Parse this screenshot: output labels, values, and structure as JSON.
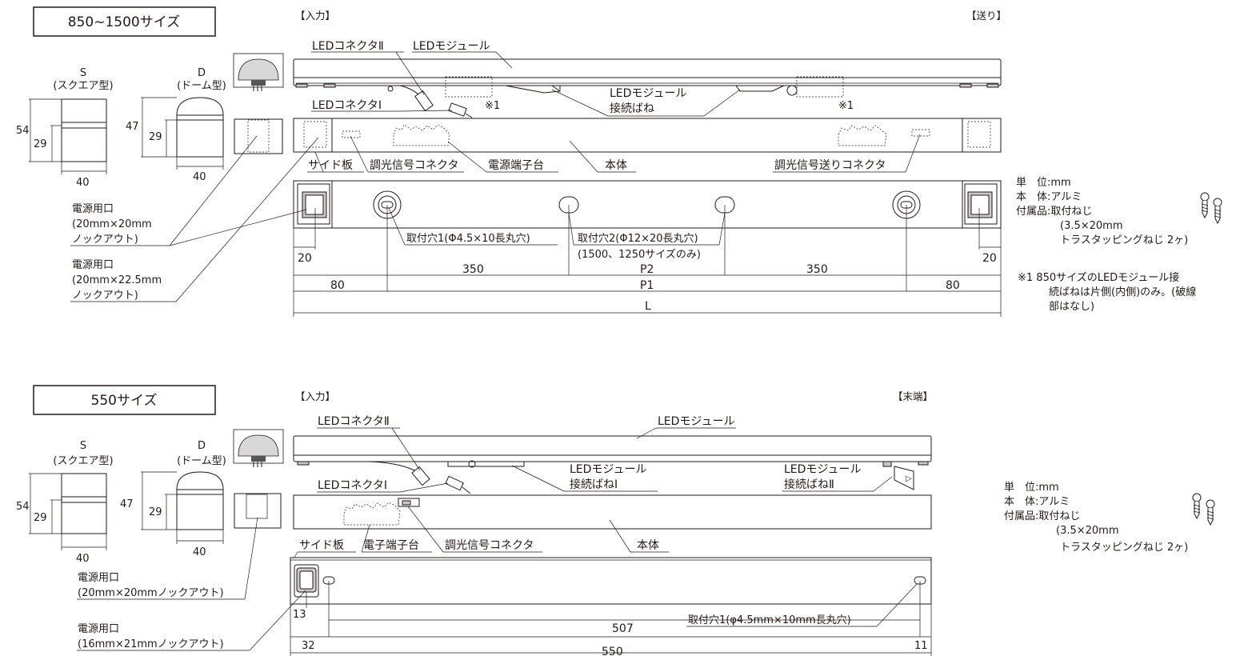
{
  "top": {
    "size_title": "850~1500サイズ",
    "input_label": "【入力】",
    "output_label": "【送り】",
    "s_label": "S",
    "s_sub": "(スクエア型)",
    "d_label": "D",
    "d_sub": "(ドーム型)",
    "dim_54": "54",
    "dim_47": "47",
    "dim_29a": "29",
    "dim_29b": "29",
    "dim_40a": "40",
    "dim_40b": "40",
    "led_connector2": "LEDコネクタⅡ",
    "led_module": "LEDモジュール",
    "led_connector1": "LEDコネクタⅠ",
    "spring_line1": "LEDモジュール",
    "spring_line2": "接続ばね",
    "note_mark_a": "※1",
    "note_mark_b": "※1",
    "side_plate": "サイド板",
    "dimming_connector": "調光信号コネクタ",
    "power_terminal": "電源端子台",
    "body": "本体",
    "dimming_send_connector": "調光信号送りコネクタ",
    "power_port_a": [
      "電源用口",
      "(20mm×20mm",
      "ノックアウト)"
    ],
    "power_port_b": [
      "電源用口",
      "(20mm×22.5mm",
      "ノックアウト)"
    ],
    "mount_hole1": "取付穴1(Φ4.5×10長丸穴)",
    "mount_hole2": "取付穴2(Φ12×20長丸穴)",
    "mount_hole2_note": "(1500、1250サイズのみ)",
    "dim_20a": "20",
    "dim_20b": "20",
    "dim_350a": "350",
    "dim_350b": "350",
    "dim_p2": "P2",
    "dim_80a": "80",
    "dim_80b": "80",
    "dim_p1": "P1",
    "dim_l": "L",
    "spec_unit": "単　位:mm",
    "spec_body": "本　体:アルミ",
    "spec_acc": "付属品:取付ねじ",
    "spec_acc2": "(3.5×20mm",
    "spec_acc3": "トラスタッピングねじ 2ヶ)",
    "note_1a": "※1  850サイズのLEDモジュール接",
    "note_1b": "続ばねは片側(内側)のみ。(破線",
    "note_1c": "部はなし)"
  },
  "bottom": {
    "size_title": "550サイズ",
    "input_label": "【入力】",
    "end_label": "【末端】",
    "s_label": "S",
    "s_sub": "(スクエア型)",
    "d_label": "D",
    "d_sub": "(ドーム型)",
    "dim_54": "54",
    "dim_47": "47",
    "dim_29a": "29",
    "dim_29b": "29",
    "dim_40a": "40",
    "dim_40b": "40",
    "led_connector2": "LEDコネクタⅡ",
    "led_module": "LEDモジュール",
    "spring1_line1": "LEDモジュール",
    "spring1_line2": "接続ばねⅠ",
    "spring2_line1": "LEDモジュール",
    "spring2_line2": "接続ばねⅡ",
    "led_connector1": "LEDコネクタⅠ",
    "side_plate": "サイド板",
    "electronic_terminal": "電子端子台",
    "dimming_connector": "調光信号コネクタ",
    "body": "本体",
    "power_port_a": "電源用口",
    "power_port_a2": "(20mm×20mmノックアウト)",
    "power_port_b": "電源用口",
    "power_port_b2": "(16mm×21mmノックアウト)",
    "mount_hole1": "取付穴1(φ4.5mm×10mm長丸穴)",
    "dim_13": "13",
    "dim_507": "507",
    "dim_32": "32",
    "dim_11": "11",
    "dim_550": "550",
    "spec_unit": "単　位:mm",
    "spec_body": "本　体:アルミ",
    "spec_acc": "付属品:取付ねじ",
    "spec_acc2": "(3.5×20mm",
    "spec_acc3": "トラスタッピングねじ 2ヶ)"
  }
}
